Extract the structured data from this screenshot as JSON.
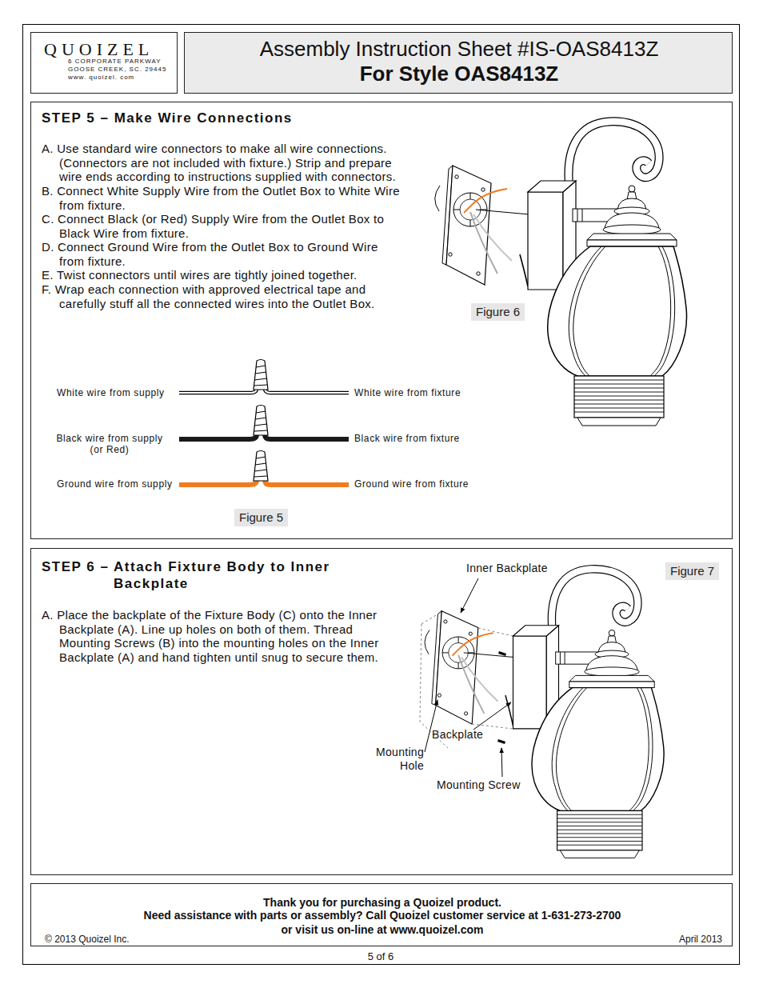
{
  "diagram": {
    "nodes": [
      {
        "text": [
          "QUOIZEL",
          "6 CORPORATE PARKWAY",
          "GOOSE CREEK, SC. 29445",
          "www. quoizel. com"
        ]
      },
      {
        "text": [
          "Assembly Instruction Sheet #IS-OAS8413Z",
          "For Style OAS8413Z"
        ]
      },
      {
        "text": [
          "STEP 5 – Make Wire Connections",
          "A. Use standard wire connectors to make all wire connections. (Connectors are not included with fixture.) Strip and prepare wire ends according to instructions supplied with connectors.",
          "B. Connect White Supply Wire from the Outlet Box to White Wire from fixture.",
          "C. Connect Black (or Red) Supply Wire from the Outlet Box to Black Wire from fixture.",
          "D. Connect Ground Wire from the Outlet Box to Ground Wire from fixture.",
          "E. Twist connectors until wires are tightly joined together.",
          "F. Wrap each connection with approved electrical tape and carefully stuff all the connected wires into the Outlet Box."
        ]
      },
      {
        "text": [
          "Figure 6"
        ],
        "in": 2
      },
      {
        "text": [
          "Figure 5"
        ],
        "in": 2
      },
      {
        "text": [
          "STEP 6 – Attach Fixture Body to Inner Backplate",
          "A. Place the backplate of the Fixture Body (C) onto the Inner Backplate (A). Line up holes on both of them. Thread Mounting Screws (B) into the mounting holes on the Inner Backplate (A) and hand tighten until snug to secure them."
        ]
      },
      {
        "text": [
          "Figure 7"
        ],
        "in": 5
      },
      {
        "text": [
          "Thank you for purchasing a Quoizel product.",
          "Need assistance with parts or assembly? Call Quoizel customer service at 1-631-273-2700",
          "or visit us on-line at www.quoizel.com",
          "© 2013 Quoizel Inc.",
          "April 2013"
        ]
      }
    ],
    "labels": [
      "White wire from supply",
      "White wire from fixture",
      "Black wire from supply (or Red)",
      "Black wire from fixture",
      "Ground wire from supply",
      "Ground wire from fixture",
      "Inner Backplate",
      "Backplate",
      "Mounting Hole",
      "Mounting Screw",
      "5 of 6"
    ]
  }
}
